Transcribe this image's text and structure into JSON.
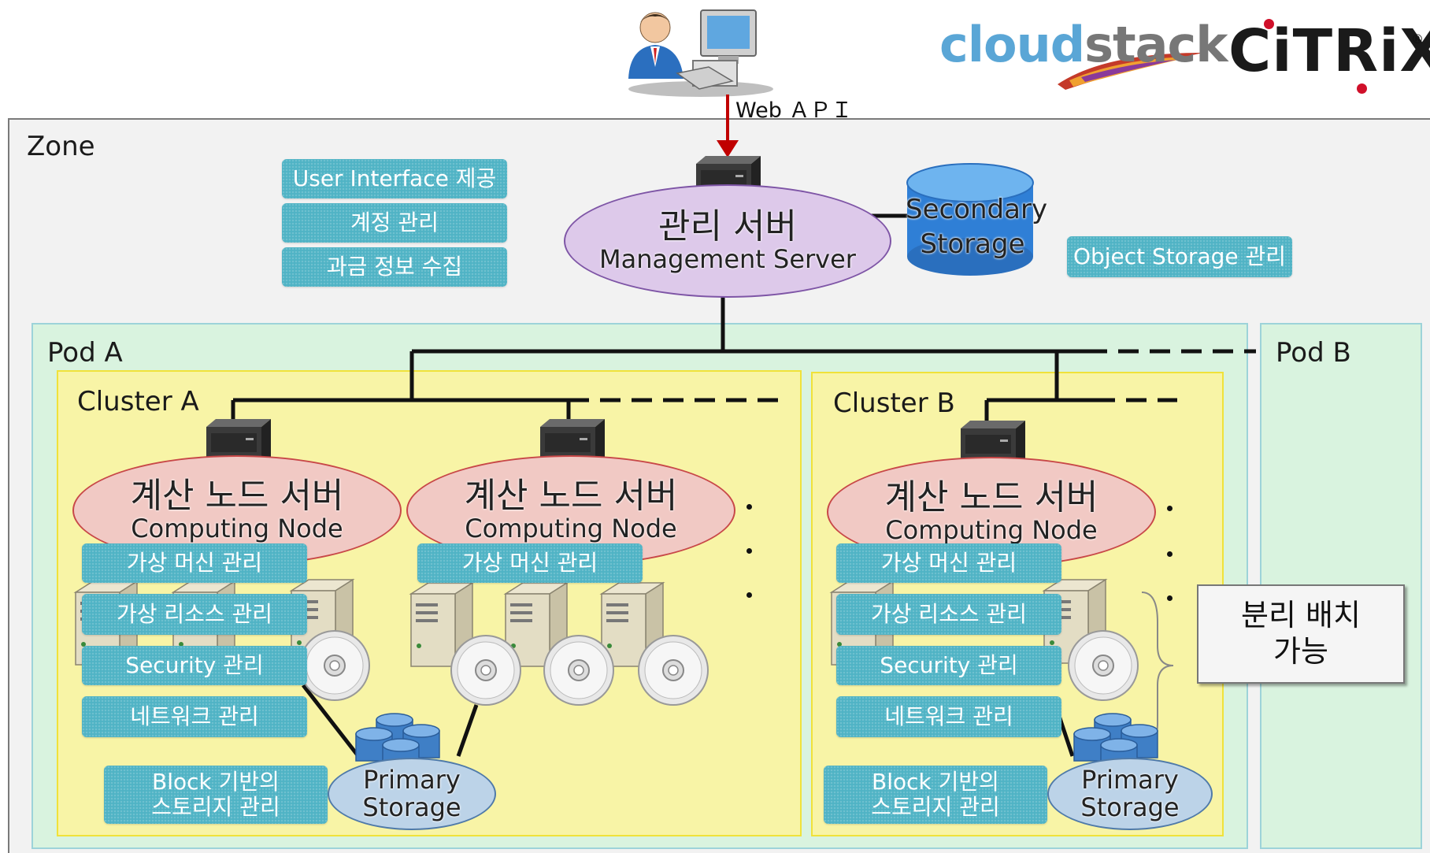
{
  "logos": {
    "cloudstack_a": "cloud",
    "cloudstack_b": "stack",
    "citrix": "CiTRiX",
    "citrix_reg": "®"
  },
  "api_label": "Web ＡＰＩ",
  "zone": {
    "label": "Zone"
  },
  "zone_tags": [
    "User Interface 제공",
    "계정 관리",
    "과금 정보 수집"
  ],
  "management": {
    "title": "관리 서버",
    "subtitle": "Management Server"
  },
  "secondary_storage": {
    "line1": "Secondary",
    "line2": "Storage"
  },
  "object_storage_tag": "Object Storage 관리",
  "pod_a": {
    "label": "Pod A"
  },
  "pod_b": {
    "label": "Pod B"
  },
  "cluster_a": {
    "label": "Cluster A",
    "tags": [
      "가상 머신 관리",
      "가상 리소스 관리",
      "Security 관리",
      "네트워크 관리"
    ],
    "block_tag": {
      "line1": "Block 기반의",
      "line2": "스토리지 관리"
    }
  },
  "cluster_b": {
    "label": "Cluster B",
    "tags": [
      "가상 머신 관리",
      "가상 리소스 관리",
      "Security 관리",
      "네트워크 관리"
    ],
    "block_tag": {
      "line1": "Block 기반의",
      "line2": "스토리지 관리"
    }
  },
  "compute_node_2_tag": "가상 머신 관리",
  "compute_node": {
    "title": "계산 노드 서버",
    "subtitle": "Computing Node"
  },
  "primary_storage": {
    "line1": "Primary",
    "line2": "Storage"
  },
  "callout": {
    "line1": "분리 배치",
    "line2": "가능"
  },
  "colors": {
    "tag": "#4fb3c5",
    "management": "#ddc9ea",
    "compute": "#f1c9c4",
    "primary": "#bcd3e8",
    "pod": "#d9f3df",
    "cluster": "#f8f4a6",
    "arrow": "#c00000"
  }
}
